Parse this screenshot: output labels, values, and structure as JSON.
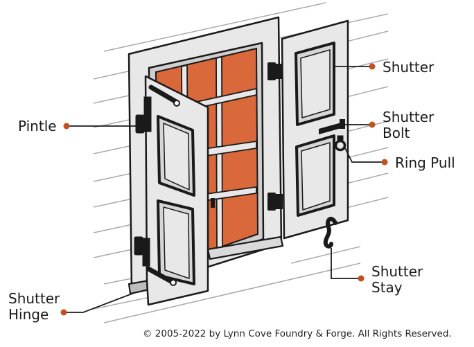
{
  "labels": {
    "shutter": "Shutter",
    "shutter_bolt_line1": "Shutter",
    "shutter_bolt_line2": "Bolt",
    "ring_pull": "Ring Pull",
    "pintle": "Pintle",
    "shutter_stay_line1": "Shutter",
    "shutter_stay_line2": "Stay",
    "shutter_hinge_line1": "Shutter",
    "shutter_hinge_line2": "Hinge"
  },
  "copyright": "© 2005-2022 by Lynn Cove Foundry & Forge. All Rights Reserved.",
  "colors": {
    "glass": "#d9683a",
    "shutter_fill": "#e8e8e8",
    "outline": "#1a1a1a",
    "hardware": "#1a1a1a",
    "leader_dot": "#c0521f",
    "siding_line": "#aaaaaa"
  }
}
